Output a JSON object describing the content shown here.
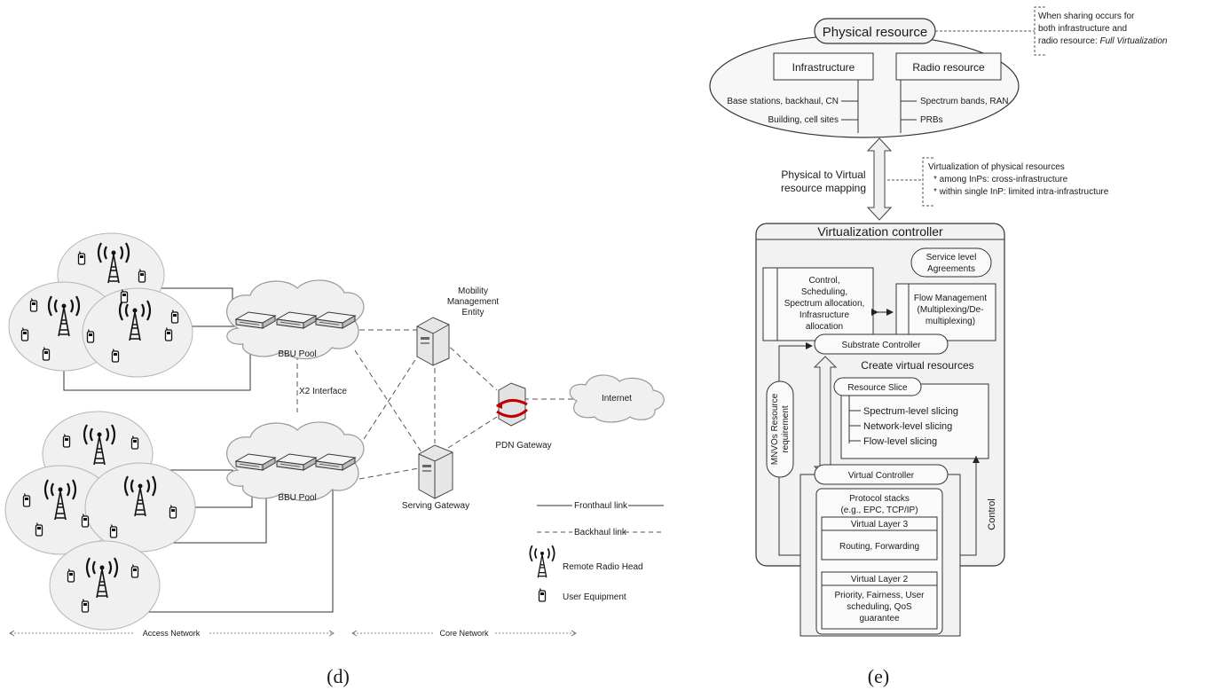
{
  "panel_d": {
    "caption": "(d)",
    "bbu_pool_top": "BBU Pool",
    "bbu_pool_bottom": "BBU Pool",
    "x2_interface": "X2 Interface",
    "mme_line1": "Mobility",
    "mme_line2": "Management",
    "mme_line3": "Entity",
    "serving_gateway": "Serving Gateway",
    "pdn_gateway": "PDN Gateway",
    "internet": "Internet",
    "legend": {
      "fronthaul": "Fronthaul link",
      "backhaul": "Backhaul link",
      "rrh": "Remote Radio Head",
      "ue": "User Equipment"
    },
    "access_network": "Access Network",
    "core_network": "Core Network"
  },
  "panel_e": {
    "caption": "(e)",
    "physical_resource": "Physical resource",
    "infrastructure": "Infrastructure",
    "radio_resource": "Radio resource",
    "infra_item1": "Base stations, backhaul, CN",
    "infra_item2": "Building, cell sites",
    "radio_item1": "Spectrum bands, RAN",
    "radio_item2": "PRBs",
    "sharing_note": {
      "line1": "When sharing occurs for",
      "line2": "both infrastructure and",
      "line3_plain": "radio resource: ",
      "line3_italic": "Full Virtualization"
    },
    "mapping_line1": "Physical to Virtual",
    "mapping_line2": "resource mapping",
    "virtualization_note": {
      "line1": "Virtualization of physical resources",
      "line2": "* among InPs: cross-infrastructure",
      "line3": "* within single InP: limited intra-infrastructure"
    },
    "virtualization_controller": "Virtualization controller",
    "sla_line1": "Service level",
    "sla_line2": "Agreements",
    "control_block": [
      "Control,",
      "Scheduling,",
      "Spectrum allocation,",
      "Infrasructure",
      "allocation"
    ],
    "flow_mgmt": [
      "Flow Management",
      "(Multiplexing/De-",
      "multiplexing)"
    ],
    "substrate_controller": "Substrate Controller",
    "create_virtual": "Create virtual resources",
    "resource_slice": "Resource Slice",
    "slicing": [
      "Spectrum-level slicing",
      "Network-level slicing",
      "Flow-level slicing"
    ],
    "mnvo_line1": "MNVOs Resource",
    "mnvo_line2": "requirement",
    "control_label": "Control",
    "virtual_controller": "Virtual Controller",
    "protocol_line1": "Protocol stacks",
    "protocol_line2": "(e.g., EPC, TCP/IP)",
    "virtual_layer3": "Virtual Layer 3",
    "layer3_desc": "Routing, Forwarding",
    "virtual_layer2": "Virtual Layer 2",
    "layer2_desc": [
      "Priority, Fairness, User",
      "scheduling, QoS",
      "guarantee"
    ]
  }
}
